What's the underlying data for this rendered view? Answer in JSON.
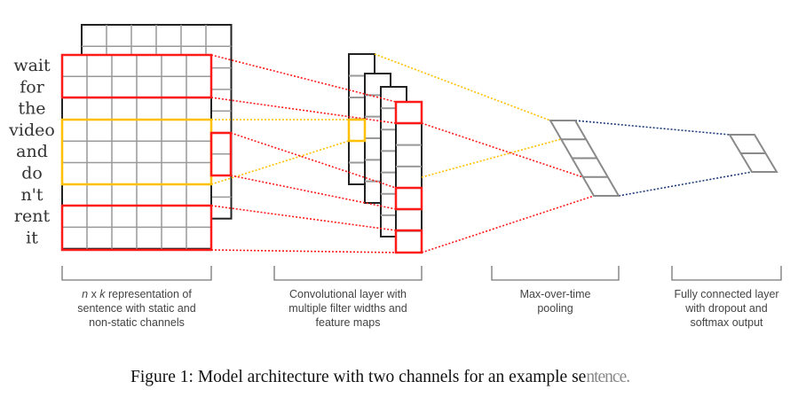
{
  "figure": {
    "words": [
      "wait",
      "for",
      "the",
      "video",
      "and",
      "do",
      "n't",
      "rent",
      "it"
    ],
    "input_matrix": {
      "rows": 9,
      "cols": 6,
      "channels": 2
    },
    "feature_maps": {
      "count": 4
    },
    "pooling_cells": 4,
    "output_cells": 2,
    "colors": {
      "grid": "#999999",
      "frame": "#222222",
      "filter_red": "#ff1a1a",
      "filter_yellow": "#ffc000",
      "fc_dotted": "#1f3a7a",
      "parallelogram": "#8a8a8a",
      "bracket": "#777777"
    },
    "stages": [
      {
        "label_lines": [
          [
            "n",
            " x ",
            "k",
            " representation of"
          ],
          [
            "sentence with static and"
          ],
          [
            "non-static channels"
          ]
        ]
      },
      {
        "label_lines": [
          [
            "Convolutional layer with"
          ],
          [
            "multiple filter widths and"
          ],
          [
            "feature maps"
          ]
        ]
      },
      {
        "label_lines": [
          [
            "Max-over-time"
          ],
          [
            "pooling"
          ]
        ]
      },
      {
        "label_lines": [
          [
            "Fully connected layer"
          ],
          [
            "with dropout and"
          ],
          [
            "softmax output"
          ]
        ]
      }
    ],
    "caption": {
      "text": "Figure 1: Model architecture with two channels for an example se",
      "obscured_tail": "ntence."
    }
  }
}
